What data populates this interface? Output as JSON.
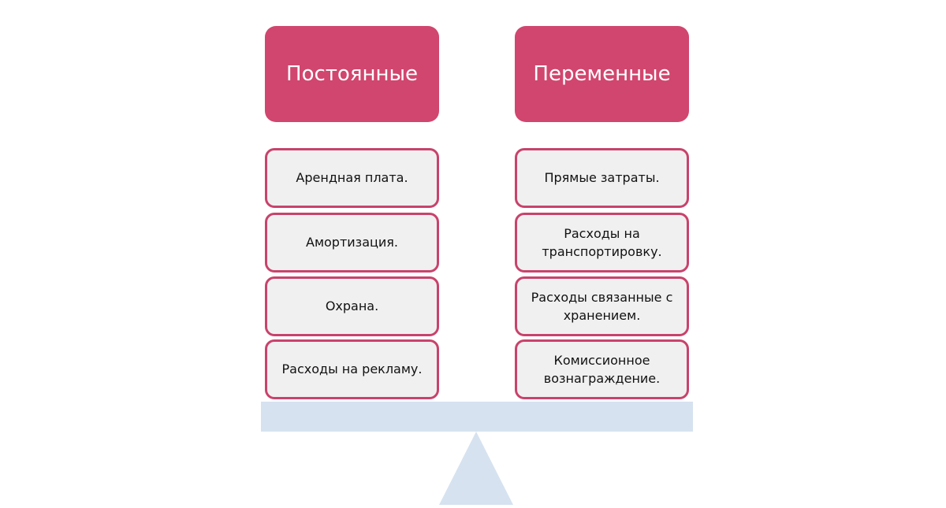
{
  "left": {
    "title": "Постоянные",
    "items": [
      "Арендная плата.",
      "Амортизация.",
      "Охрана.",
      "Расходы на рекламу."
    ]
  },
  "right": {
    "title": "Переменные",
    "items": [
      "Прямые затраты.",
      "Расходы на транспортировку.",
      "Расходы связанные с хранением.",
      "Комиссионное вознаграждение."
    ]
  }
}
